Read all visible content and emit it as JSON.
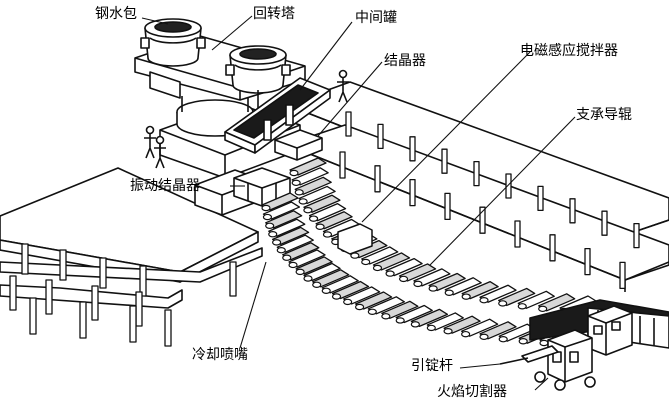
{
  "labels": {
    "ladle": "钢水包",
    "turret": "回转塔",
    "tundish": "中间罐",
    "mold": "结晶器",
    "ems": "电磁感应搅拌器",
    "support_roll": "支承导辊",
    "oscillating_mold": "振动结晶器",
    "spray_nozzle": "冷却喷嘴",
    "dummy_bar": "引锭杆",
    "torch_cutter": "火焰切割器"
  }
}
